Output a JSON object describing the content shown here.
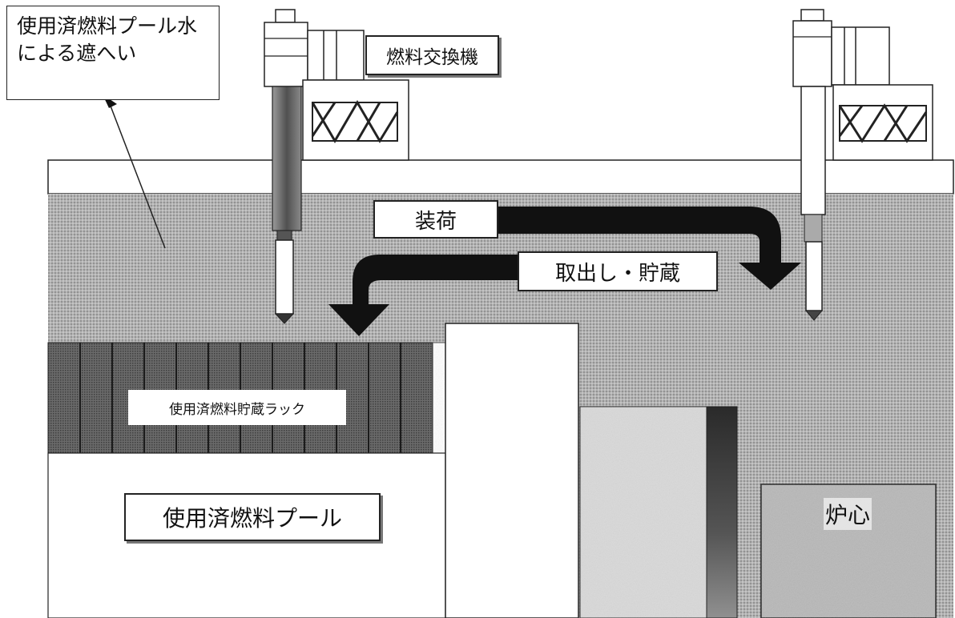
{
  "labels": {
    "water_shielding": [
      "使用済燃料プール水",
      "による遮へい"
    ],
    "refueling_machine": "燃料交換機",
    "loading": "装荷",
    "retrieval_storage": "取出し・貯蔵",
    "storage_rack": "使用済燃料貯蔵ラック",
    "spent_fuel_pool": "使用済燃料プール",
    "reactor_core": "炉心"
  },
  "colors": {
    "water": "#a9a9a9",
    "rack": "#5e5e5e",
    "arrow": "#111111",
    "outline": "#222222",
    "background": "#ffffff"
  }
}
